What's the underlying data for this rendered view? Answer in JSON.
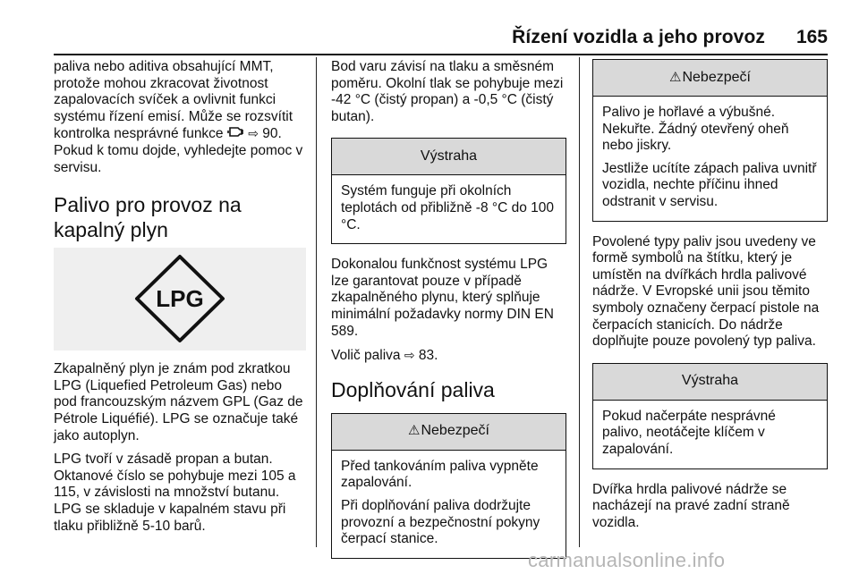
{
  "header": {
    "title": "Řízení vozidla a jeho provoz",
    "page_number": "165"
  },
  "col1": {
    "p1": {
      "a": "paliva nebo aditiva obsahující MMT, protože mohou zkracovat životnost zapalovacích svíček a ovlivnit funkci systému řízení emisí. Může se rozsvítit kontrolka nesprávné funkce ",
      "arrow": "⇨",
      "b": " 90. Pokud k tomu dojde, vyhledejte pomoc v servisu."
    },
    "heading": "Palivo pro provoz na kapalný plyn",
    "logo_text": "LPG",
    "p2": "Zkapalněný plyn je znám pod zkratkou LPG (Liquefied Petroleum Gas) nebo pod francouzským názvem GPL (Gaz de Pétrole Liquéfié). LPG se označuje také jako autoplyn.",
    "p3": "LPG tvoří v zásadě propan a butan. Oktanové číslo se pohybuje mezi 105 a 115, v závislosti na množství butanu. LPG se skladuje v kapalném stavu při tlaku přibližně 5-10 barů."
  },
  "col2": {
    "p1": "Bod varu závisí na tlaku a směsném poměru. Okolní tlak se pohybuje mezi -42 °C (čistý propan) a -0,5 °C (čistý butan).",
    "warning1": {
      "title": "Výstraha",
      "text": "Systém funguje při okolních teplotách od přibližně -8 °C do 100 °C."
    },
    "p2": "Dokonalou funkčnost systému LPG lze garantovat pouze v případě zkapalněného plynu, který splňuje minimální požadavky normy DIN EN 589.",
    "p3": {
      "a": "Volič paliva ",
      "arrow": "⇨",
      "b": " 83."
    },
    "heading": "Doplňování paliva",
    "danger1": {
      "symbol": "⚠",
      "title": "Nebezpečí",
      "text1": "Před tankováním paliva vypněte zapalování.",
      "text2": "Při doplňování paliva dodržujte provozní a bezpečnostní pokyny čerpací stanice."
    }
  },
  "col3": {
    "danger2": {
      "symbol": "⚠",
      "title": "Nebezpečí",
      "text1": "Palivo je hořlavé a výbušné. Nekuřte. Žádný otevřený oheň nebo jiskry.",
      "text2": "Jestliže ucítíte zápach paliva uvnitř vozidla, nechte příčinu ihned odstranit v servisu."
    },
    "p1": "Povolené typy paliv jsou uvedeny ve formě symbolů na štítku, který je umístěn na dvířkách hrdla palivové nádrže. V Evropské unii jsou těmito symboly označeny čerpací pistole na čerpacích stanicích. Do nádrže doplňujte pouze povolený typ paliva.",
    "warning2": {
      "title": "Výstraha",
      "text": "Pokud načerpáte nesprávné palivo, neotáčejte klíčem v zapalování."
    },
    "p2": "Dvířka hrdla palivové nádrže se nacházejí na pravé zadní straně vozidla."
  },
  "watermark": "carmanualsonline.info"
}
